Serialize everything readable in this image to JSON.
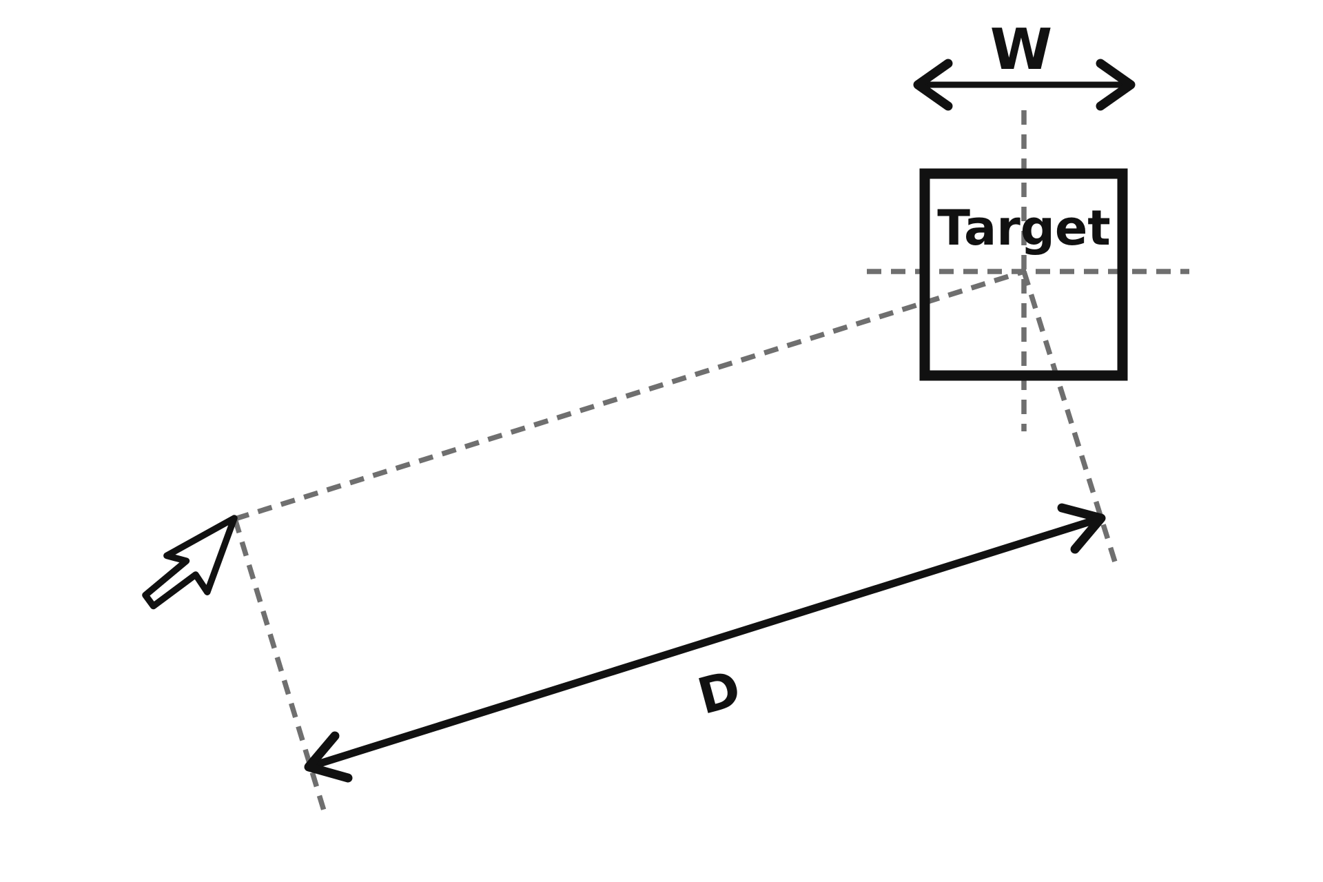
{
  "diagram": {
    "kind": "pointing-task-diagram",
    "labels": {
      "width": "W",
      "target": "Target",
      "distance": "D"
    },
    "icons": {
      "cursor": "mouse-pointer-arrow"
    },
    "colors": {
      "background": "#ffffff",
      "ink": "#111111",
      "guide": "#6f6f6f",
      "cursor_fill": "#ffffff"
    }
  }
}
